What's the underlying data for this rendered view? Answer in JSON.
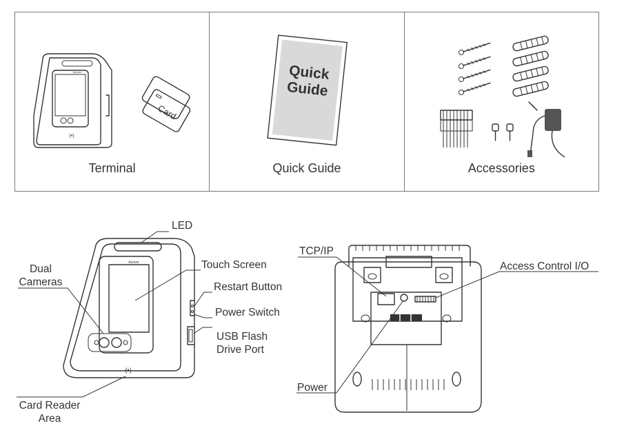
{
  "contents": {
    "items": [
      {
        "key": "terminal",
        "caption": "Terminal",
        "card_text": "Card"
      },
      {
        "key": "quick-guide",
        "caption": "Quick Guide",
        "booklet_text_line1": "Quick",
        "booklet_text_line2": "Guide"
      },
      {
        "key": "accessories",
        "caption": "Accessories"
      }
    ]
  },
  "front_view": {
    "logo_text": "Azover",
    "labels": {
      "led": "LED",
      "dual_cameras_line1": "Dual",
      "dual_cameras_line2": "Cameras",
      "touch_screen": "Touch Screen",
      "restart_button": "Restart Button",
      "power_switch": "Power Switch",
      "usb_line1": "USB Flash",
      "usb_line2": "Drive Port",
      "card_reader_line1": "Card Reader",
      "card_reader_line2": "Area"
    }
  },
  "back_view": {
    "labels": {
      "tcp_ip": "TCP/IP",
      "access_control_io": "Access Control I/O",
      "power": "Power"
    }
  },
  "colors": {
    "line": "#333333",
    "border": "#7a7a7a",
    "booklet_fill": "#d9d9d9"
  }
}
